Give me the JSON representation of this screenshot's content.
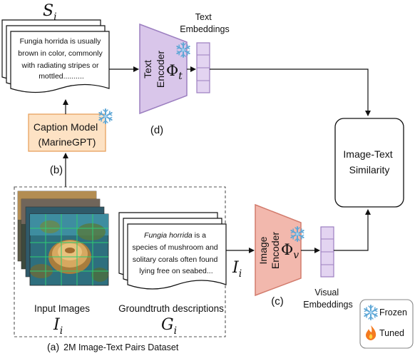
{
  "captions_doc": {
    "symbol": "S",
    "symbol_sub": "i",
    "lines": [
      "Fungia horrida is usually",
      "brown in color, commonly",
      "with radiating stripes or",
      "mottled.........."
    ]
  },
  "text_encoder": {
    "line1": "Text",
    "line2": "Encoder",
    "phi": "Φ",
    "phi_sub": "t",
    "tag": "(d)"
  },
  "text_embeddings": {
    "line1": "Text",
    "line2": "Embeddings"
  },
  "caption_model": {
    "line1": "Caption Model",
    "line2": "(MarineGPT)",
    "tag": "(b)"
  },
  "similarity": {
    "line1": "Image-Text",
    "line2": "Similarity"
  },
  "dataset": {
    "input_label": "Input Images",
    "input_symbol": "I",
    "input_sub": "i",
    "desc_italic": "Fungia horrida",
    "desc_first_rest": " is a",
    "desc_lines": [
      "species of mushroom and",
      "solitary corals often found",
      "lying free on seabed..."
    ],
    "desc_label": "Groundtruth descriptions",
    "desc_symbol": "G",
    "desc_sub": "i",
    "tag": "(a)",
    "caption": "2M Image-Text Pairs Dataset"
  },
  "flow_input": {
    "symbol": "I",
    "sub": "i"
  },
  "image_encoder": {
    "line1": "Image",
    "line2": "Encoder",
    "phi": "Φ",
    "phi_sub": "v",
    "tag": "(c)"
  },
  "visual_embeddings": {
    "line1": "Visual",
    "line2": "Embeddings"
  },
  "legend": {
    "frozen": "Frozen",
    "tuned": "Tuned"
  },
  "colors": {
    "text_encoder_fill": "#d9c6ea",
    "text_encoder_stroke": "#9c7fc0",
    "image_encoder_fill": "#f2b8ad",
    "image_encoder_stroke": "#d27b6c",
    "caption_fill": "#fde2c4",
    "caption_stroke": "#e8a25f",
    "text_embed_fill": "#e3d4f1",
    "visual_embed_fill": "#e3d4f1",
    "embed_stroke": "#9c7fc0",
    "frozen_icon": "#5fa7d6",
    "tuned_icon": "#f47a20"
  }
}
